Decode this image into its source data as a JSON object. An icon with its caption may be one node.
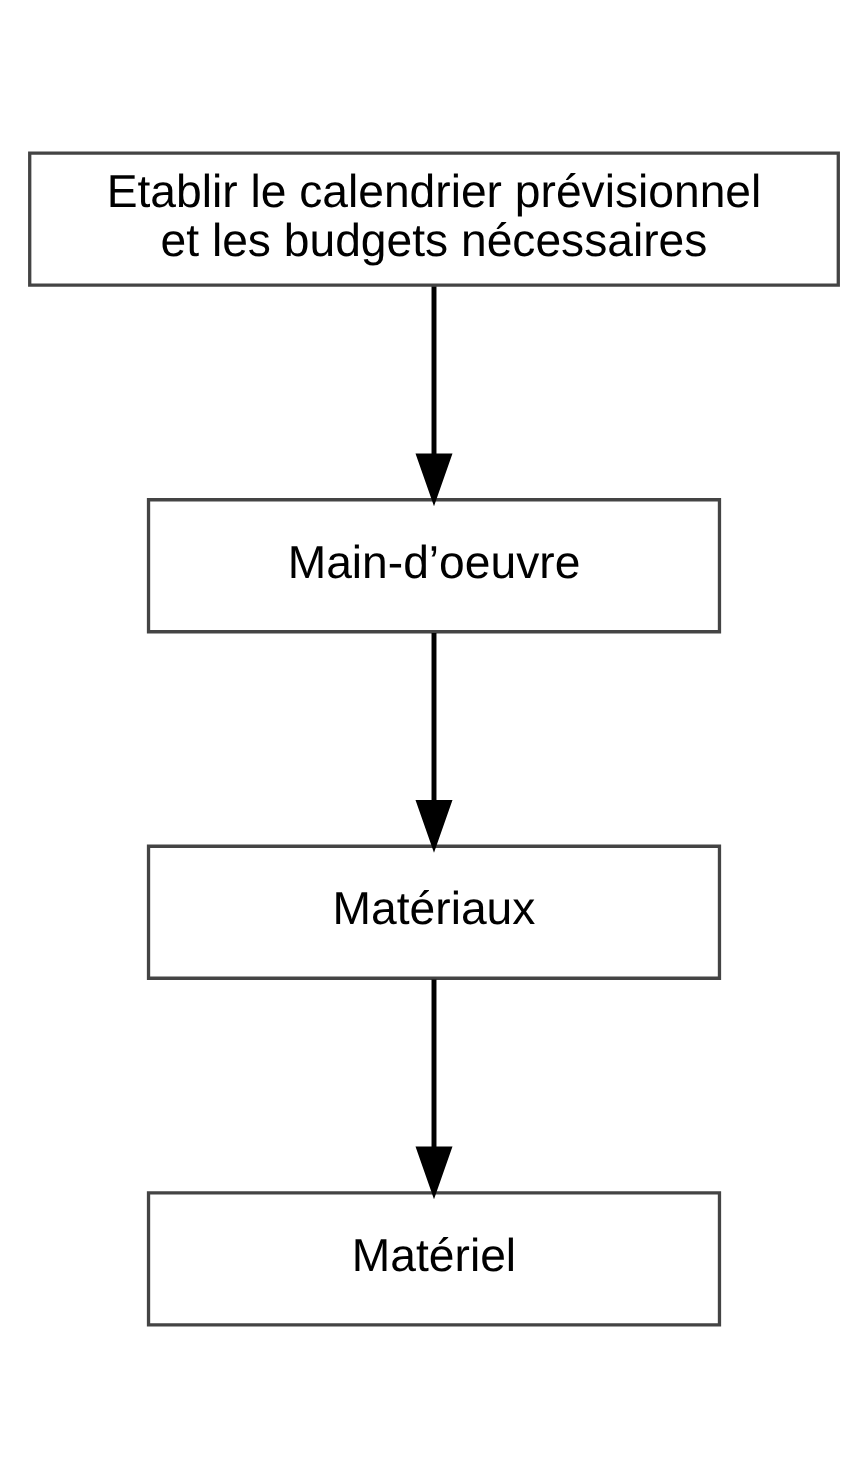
{
  "diagram": {
    "nodes": [
      {
        "text": [
          "Etablir le calendrier prévisionnel et les budgets nécessaires"
        ]
      },
      {
        "text": [
          "Main-d’oeuvre"
        ]
      },
      {
        "text": [
          "Matériaux"
        ]
      },
      {
        "text": [
          "Matériel"
        ]
      }
    ],
    "edges": [
      {
        "from": 0,
        "to": 1,
        "arrow": "to"
      },
      {
        "from": 1,
        "to": 2,
        "arrow": "to"
      },
      {
        "from": 2,
        "to": 3,
        "arrow": "to"
      }
    ]
  }
}
